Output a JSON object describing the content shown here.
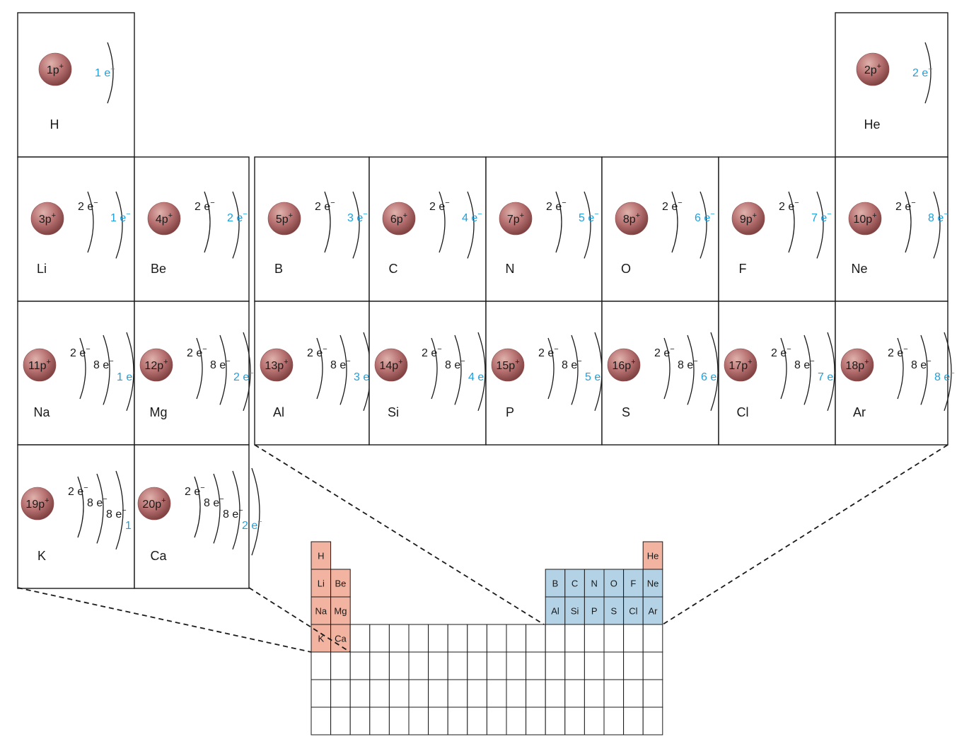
{
  "colors": {
    "nucleus": "#b56f6f",
    "nucleus_light": "#e0b2ac",
    "nucleus_dark": "#7e4040",
    "valence": "#1ea0dc",
    "inner": "#1a1a1a",
    "border": "#1a1a1a",
    "mini_red": "#f2b3a0",
    "mini_blue": "#b4d2e6"
  },
  "rows": [
    [
      {
        "symbol": "H",
        "protons": 1,
        "shells": [
          1
        ]
      },
      {
        "symbol": "He",
        "protons": 2,
        "shells": [
          2
        ]
      }
    ],
    [
      {
        "symbol": "Li",
        "protons": 3,
        "shells": [
          2,
          1
        ]
      },
      {
        "symbol": "Be",
        "protons": 4,
        "shells": [
          2,
          2
        ]
      },
      {
        "symbol": "B",
        "protons": 5,
        "shells": [
          2,
          3
        ]
      },
      {
        "symbol": "C",
        "protons": 6,
        "shells": [
          2,
          4
        ]
      },
      {
        "symbol": "N",
        "protons": 7,
        "shells": [
          2,
          5
        ]
      },
      {
        "symbol": "O",
        "protons": 8,
        "shells": [
          2,
          6
        ]
      },
      {
        "symbol": "F",
        "protons": 9,
        "shells": [
          2,
          7
        ]
      },
      {
        "symbol": "Ne",
        "protons": 10,
        "shells": [
          2,
          8
        ]
      }
    ],
    [
      {
        "symbol": "Na",
        "protons": 11,
        "shells": [
          2,
          8,
          1
        ]
      },
      {
        "symbol": "Mg",
        "protons": 12,
        "shells": [
          2,
          8,
          2
        ]
      },
      {
        "symbol": "Al",
        "protons": 13,
        "shells": [
          2,
          8,
          3
        ]
      },
      {
        "symbol": "Si",
        "protons": 14,
        "shells": [
          2,
          8,
          4
        ]
      },
      {
        "symbol": "P",
        "protons": 15,
        "shells": [
          2,
          8,
          5
        ]
      },
      {
        "symbol": "S",
        "protons": 16,
        "shells": [
          2,
          8,
          6
        ]
      },
      {
        "symbol": "Cl",
        "protons": 17,
        "shells": [
          2,
          8,
          7
        ]
      },
      {
        "symbol": "Ar",
        "protons": 18,
        "shells": [
          2,
          8,
          8
        ]
      }
    ],
    [
      {
        "symbol": "K",
        "protons": 19,
        "shells": [
          2,
          8,
          8,
          1
        ]
      },
      {
        "symbol": "Ca",
        "protons": 20,
        "shells": [
          2,
          8,
          8,
          2
        ]
      }
    ]
  ],
  "mini_table": {
    "highlighted_red": [
      "H",
      "He",
      "Li",
      "Be",
      "Na",
      "Mg",
      "K",
      "Ca"
    ],
    "highlighted_blue": [
      "B",
      "C",
      "N",
      "O",
      "F",
      "Ne",
      "Al",
      "Si",
      "P",
      "S",
      "Cl",
      "Ar"
    ]
  }
}
